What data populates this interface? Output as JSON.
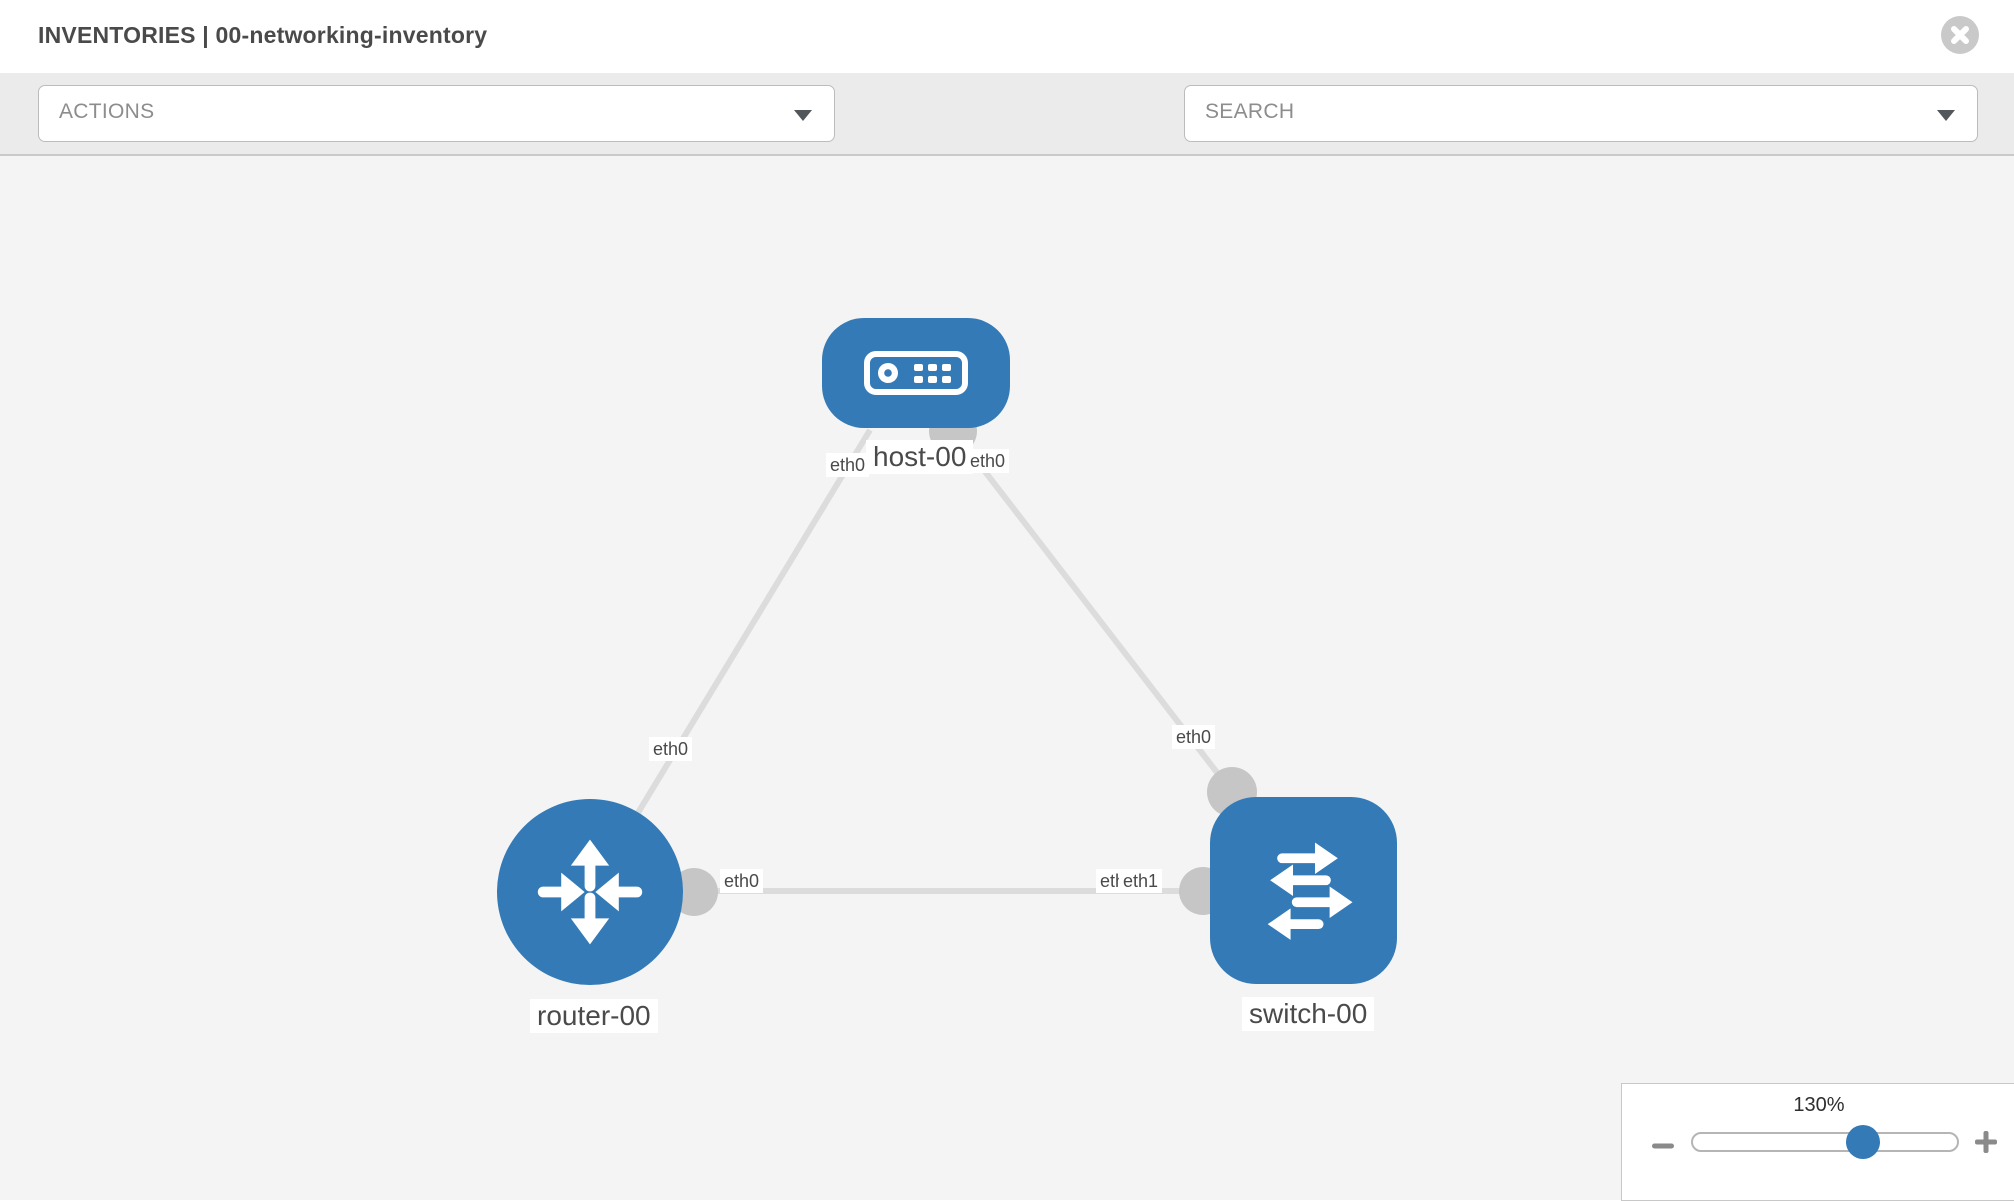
{
  "header": {
    "title": "INVENTORIES | 00-networking-inventory",
    "close_icon": "close-icon"
  },
  "toolbar": {
    "actions_label": "ACTIONS",
    "search_label": "SEARCH",
    "icons": [
      "wrench-icon",
      "key-icon"
    ]
  },
  "topology": {
    "nodes": [
      {
        "label": "host-00",
        "type": "host"
      },
      {
        "label": "router-00",
        "type": "router"
      },
      {
        "label": "switch-00",
        "type": "switch"
      }
    ],
    "links": [
      {
        "from": "host-00",
        "to": "router-00"
      },
      {
        "from": "host-00",
        "to": "switch-00"
      },
      {
        "from": "router-00",
        "to": "switch-00"
      }
    ],
    "interface_labels": {
      "host_left": "eth0",
      "host_right": "eth0",
      "link_host_router_mid": "eth0",
      "link_host_switch_mid": "eth0",
      "link_router_switch_router_end": "eth0",
      "link_router_switch_switch_end_under": "eth0",
      "link_router_switch_switch_end_over": "eth1"
    }
  },
  "zoom_control": {
    "value": "130%",
    "minus_icon": "minus-icon",
    "plus_icon": "plus-icon"
  },
  "colors": {
    "node_blue": "#337ab7",
    "link_gray": "#dcdcdc",
    "interface_circle": "#c6c6c6",
    "toolbar_bg": "#ebebeb",
    "canvas_bg": "#f4f4f4"
  }
}
